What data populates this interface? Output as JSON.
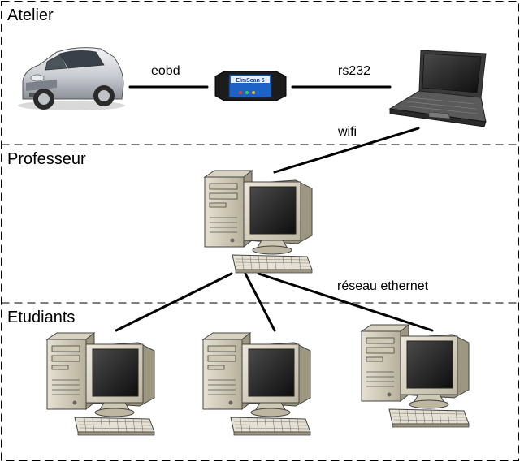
{
  "zones": [
    {
      "id": "atelier",
      "title": "Atelier"
    },
    {
      "id": "professeur",
      "title": "Professeur"
    },
    {
      "id": "etudiants",
      "title": "Etudiants"
    }
  ],
  "connections": {
    "eobd": "eobd",
    "rs232": "rs232",
    "wifi": "wifi",
    "ethernet": "réseau ethernet"
  },
  "devices": {
    "interface_brand": "ElmScan 5"
  }
}
